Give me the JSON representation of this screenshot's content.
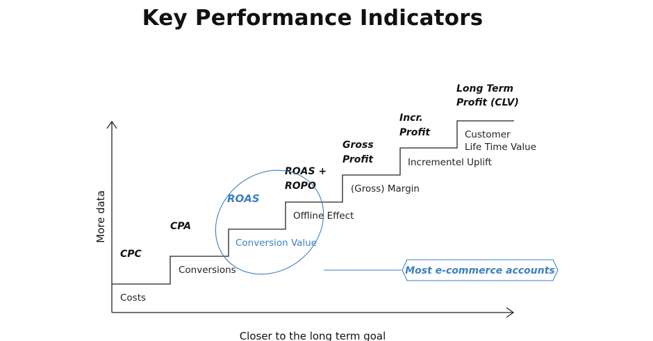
{
  "title": "Key Performance Indicators",
  "axes": {
    "y_label": "More data",
    "x_label": "Closer to the long term goal"
  },
  "steps": [
    {
      "kpi": "CPC",
      "metric": "Costs"
    },
    {
      "kpi": "CPA",
      "metric": "Conversions"
    },
    {
      "kpi": "ROAS",
      "metric": "Conversion Value"
    },
    {
      "kpi": [
        "ROAS +",
        "ROPO"
      ],
      "metric": "Offline Effect"
    },
    {
      "kpi": [
        "Gross",
        "Profit"
      ],
      "metric": "(Gross) Margin"
    },
    {
      "kpi": [
        "Incr.",
        "Profit"
      ],
      "metric": "Incrementel Uplift"
    },
    {
      "kpi": [
        "Long Term",
        "Profit (CLV)"
      ],
      "metric": [
        "Customer",
        "Life Time Value"
      ]
    }
  ],
  "highlight": {
    "label": "Most e-commerce accounts",
    "color": "#3d7fc1"
  },
  "colors": {
    "line": "#222222",
    "accent": "#3d7fc1"
  }
}
